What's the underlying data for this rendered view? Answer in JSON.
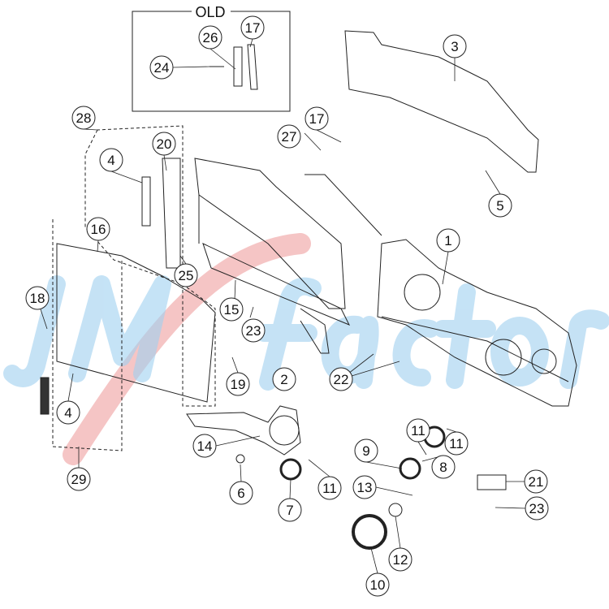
{
  "diagram": {
    "old_box_label": "OLD",
    "watermark_logo": "JMfactor",
    "callouts": [
      "26",
      "17",
      "24",
      "3",
      "17",
      "27",
      "5",
      "28",
      "20",
      "4",
      "16",
      "1",
      "25",
      "18",
      "15",
      "23",
      "19",
      "22",
      "2",
      "4",
      "14",
      "11",
      "11",
      "9",
      "8",
      "6",
      "11",
      "7",
      "13",
      "21",
      "23",
      "29",
      "12",
      "10"
    ]
  },
  "colors": {
    "line": "#222222",
    "watermark_blue": "#9fd0f0",
    "watermark_red": "#f2b2b2"
  }
}
